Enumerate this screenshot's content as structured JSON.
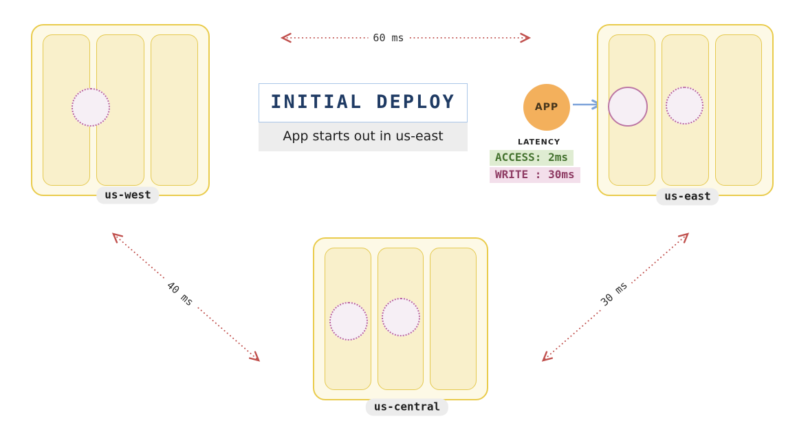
{
  "title_box": {
    "title": "INITIAL DEPLOY",
    "subtitle": "App starts out in us-east"
  },
  "regions": {
    "us_west": {
      "label": "us-west"
    },
    "us_east": {
      "label": "us-east"
    },
    "us_central": {
      "label": "us-central"
    }
  },
  "latency_links": {
    "west_east": {
      "label": "60 ms"
    },
    "west_central": {
      "label": "40 ms"
    },
    "east_central": {
      "label": "30 ms"
    }
  },
  "app": {
    "label": "APP"
  },
  "latency_panel": {
    "title": "LATENCY",
    "access": "ACCESS: 2ms",
    "write": "WRITE : 30ms"
  },
  "colors": {
    "region_border": "#E9CB4B",
    "region_fill": "#FDF9E6",
    "zone_fill": "#F9F0CB",
    "node_border": "#B9639F",
    "node_fill": "#F6EFF5",
    "app_fill": "#F3B05C",
    "latency_arrow": "#C0504D",
    "app_arrow": "#7DA3D9",
    "access_bg": "#DFECD2",
    "access_text": "#44722F",
    "write_bg": "#F3DFEB",
    "write_text": "#8E3B63",
    "title_text": "#1E3A63",
    "title_border": "#A9C6E8"
  }
}
